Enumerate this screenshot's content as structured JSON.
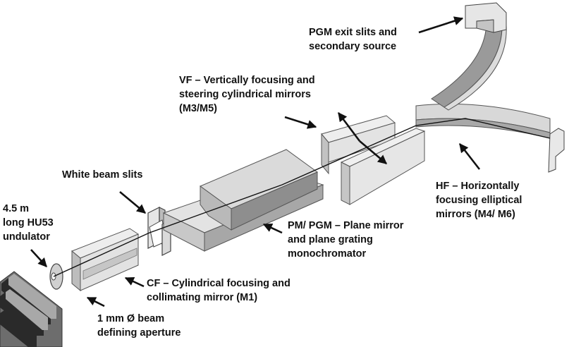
{
  "labels": {
    "undulator": [
      "4.5 m",
      "long HU53",
      "undulator"
    ],
    "white_beam_slits": [
      "White beam slits"
    ],
    "aperture": [
      "1 mm Ø beam",
      "defining aperture"
    ],
    "cf_mirror": [
      "CF – Cylindrical focusing and",
      "collimating mirror (M1)"
    ],
    "pm_pgm": [
      "PM/ PGM – Plane mirror",
      "and plane grating",
      "monochromator"
    ],
    "vf_mirrors": [
      "VF – Vertically focusing and",
      "steering cylindrical mirrors",
      "(M3/M5)"
    ],
    "pgm_exit": [
      "PGM exit slits and",
      "secondary source"
    ],
    "hf_mirrors": [
      "HF – Horizontally",
      "focusing elliptical",
      "mirrors (M4/ M6)"
    ]
  },
  "colors": {
    "text": "#111111",
    "arrow": "#111111",
    "component_light": "#f2f2f2",
    "component_mid": "#d6d6d6",
    "component_dark": "#9a9a9a",
    "outline": "#555555"
  }
}
